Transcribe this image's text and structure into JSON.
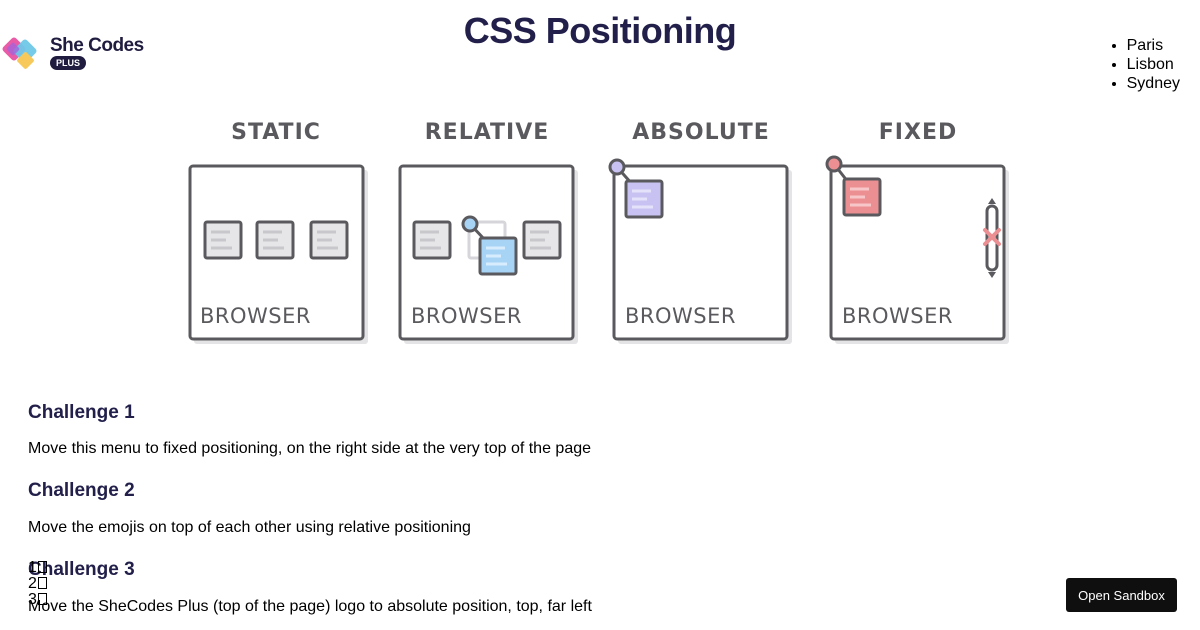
{
  "logo": {
    "name": "She Codes",
    "badge": "PLUS"
  },
  "page_title": "CSS Positioning",
  "city_menu": [
    "Paris",
    "Lisbon",
    "Sydney"
  ],
  "diagram": {
    "panels": [
      {
        "label": "STATIC",
        "caption": "BROWSER"
      },
      {
        "label": "RELATIVE",
        "caption": "BROWSER"
      },
      {
        "label": "ABSOLUTE",
        "caption": "BROWSER"
      },
      {
        "label": "FIXED",
        "caption": "BROWSER"
      }
    ],
    "colors": {
      "outline": "#5a5a5e",
      "static_box": "#e6e6e8",
      "relative_box": "#a7d3f5",
      "absolute_box": "#c8c2f2",
      "fixed_box": "#ec8f92"
    }
  },
  "challenges": [
    {
      "title": "Challenge 1",
      "text": "Move this menu to fixed positioning, on the right side at the very top of the page"
    },
    {
      "title": "Challenge 2",
      "text": "Move the emojis on top of each other using relative positioning"
    },
    {
      "title": "Challenge 3",
      "text": "Move the SheCodes Plus (top of the page) logo to absolute position, top, far left"
    }
  ],
  "emojis": [
    "1",
    "2",
    "3"
  ],
  "sandbox_button": "Open Sandbox"
}
